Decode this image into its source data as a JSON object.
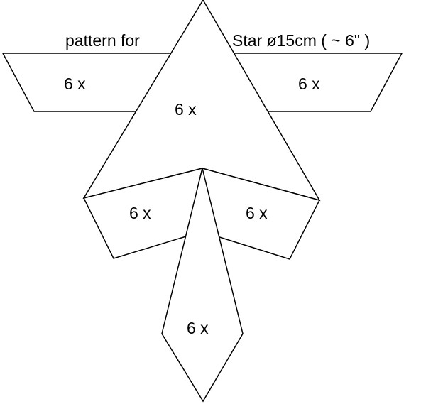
{
  "header": {
    "title_left": "pattern for",
    "title_right": "Star ø15cm ( ~ 6\" )"
  },
  "pieces": {
    "left_band": {
      "label": "6 x"
    },
    "right_band": {
      "label": "6 x"
    },
    "center_triangle": {
      "label": "6 x"
    },
    "lower_left_quad": {
      "label": "6 x"
    },
    "lower_right_quad": {
      "label": "6 x"
    },
    "bottom_kite": {
      "label": "6 x"
    }
  },
  "colors": {
    "stroke": "#000000",
    "fill": "#ffffff",
    "text": "#000000"
  }
}
